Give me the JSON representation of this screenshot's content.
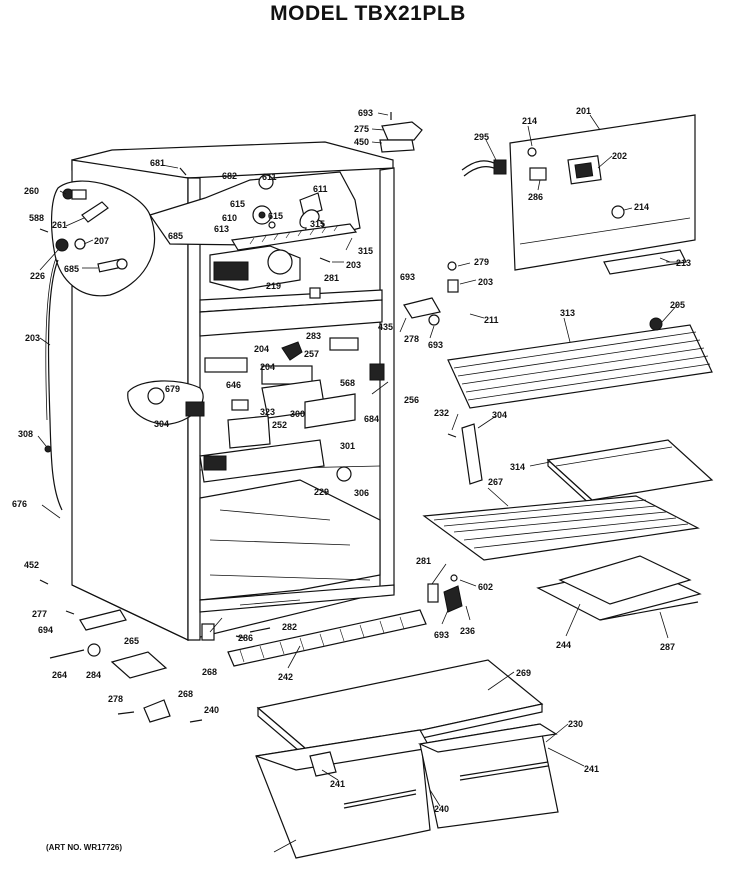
{
  "title": "MODEL TBX21PLB",
  "art_number": "(ART NO. WR17726)",
  "part_labels": [
    "693",
    "275",
    "450",
    "201",
    "214",
    "295",
    "202",
    "286",
    "214",
    "213",
    "681",
    "682",
    "611",
    "615",
    "611",
    "260",
    "588",
    "261",
    "685",
    "610",
    "615",
    "613",
    "315",
    "207",
    "315",
    "226",
    "685",
    "203",
    "219",
    "281",
    "279",
    "203",
    "693",
    "211",
    "205",
    "313",
    "203",
    "435",
    "283",
    "278",
    "693",
    "204",
    "257",
    "204",
    "646",
    "679",
    "568",
    "256",
    "323",
    "300",
    "684",
    "232",
    "304",
    "304",
    "252",
    "314",
    "308",
    "301",
    "306",
    "229",
    "267",
    "676",
    "452",
    "281",
    "602",
    "277",
    "694",
    "286",
    "282",
    "693",
    "236",
    "244",
    "287",
    "265",
    "264",
    "284",
    "268",
    "242",
    "269",
    "278",
    "268",
    "240",
    "230",
    "241",
    "241",
    "240"
  ]
}
